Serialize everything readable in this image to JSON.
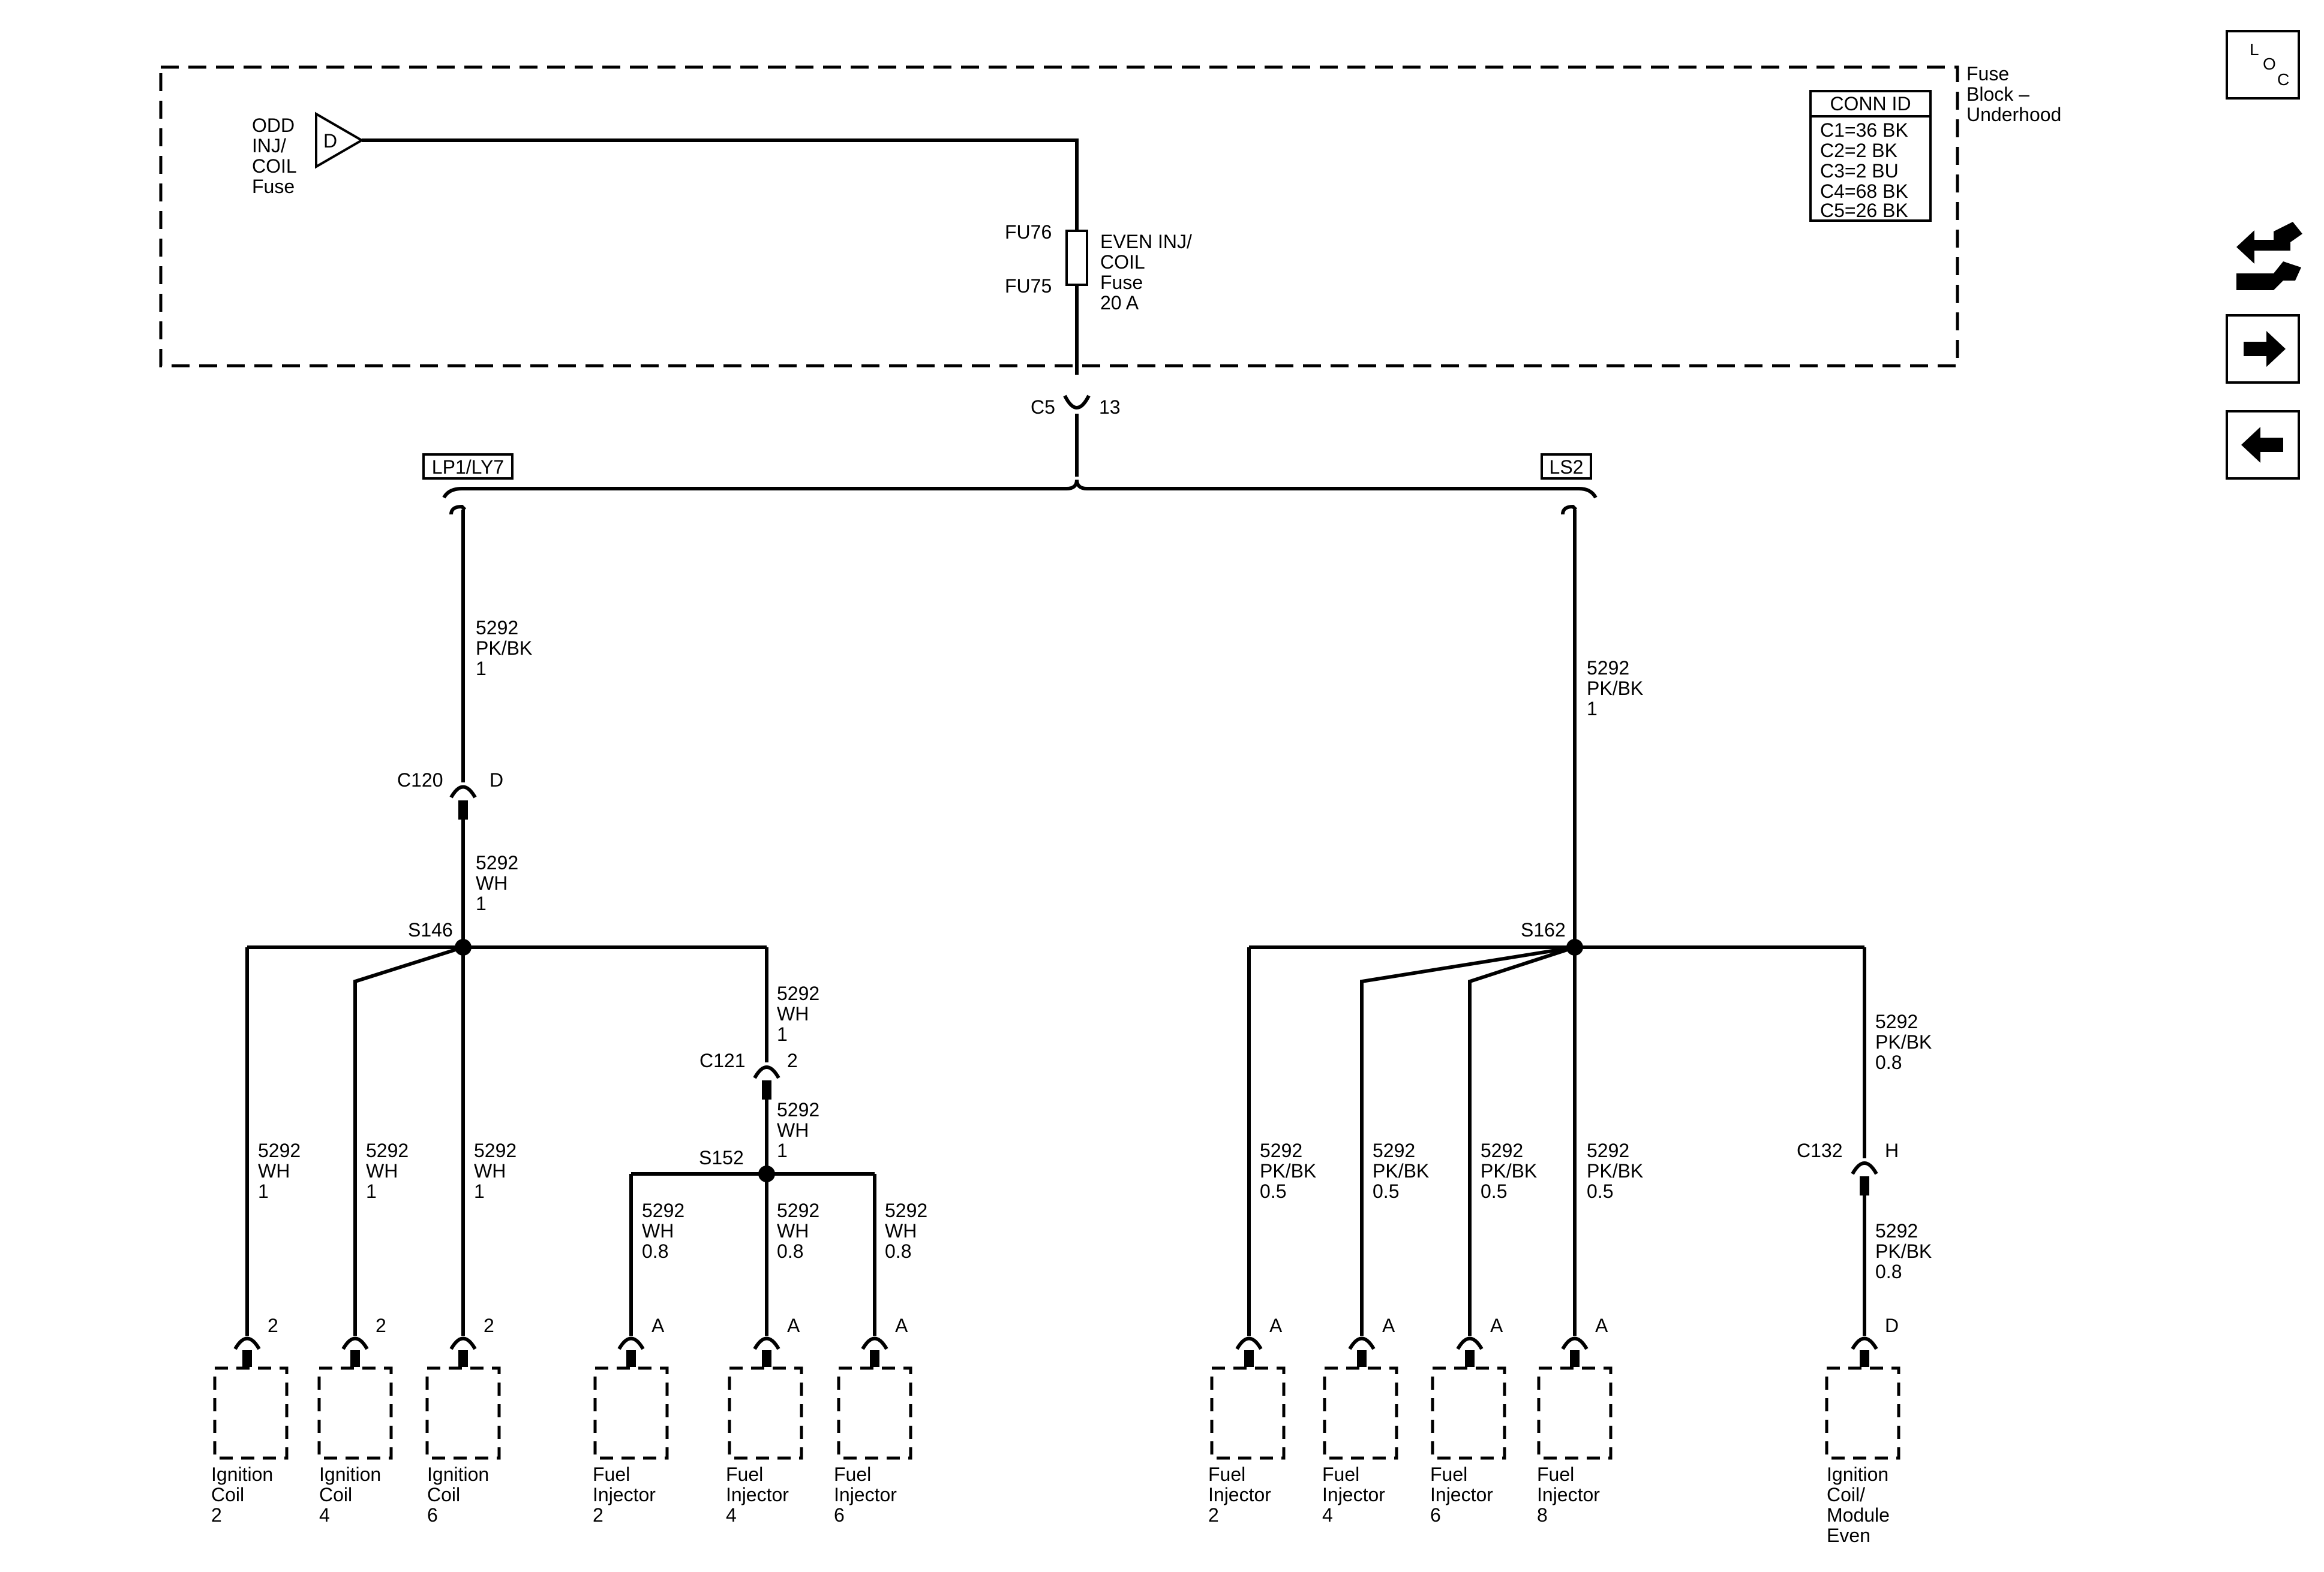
{
  "fuse_block": {
    "title_lines": [
      "Fuse",
      "Block –",
      "Underhood"
    ],
    "odd_fuse_lines": [
      "ODD",
      "INJ/",
      "COIL",
      "Fuse"
    ],
    "odd_fuse_terminal": "D",
    "fuse_top_pin": "FU76",
    "fuse_bottom_pin": "FU75",
    "even_fuse_lines": [
      "EVEN INJ/",
      "COIL",
      "Fuse",
      "20 A"
    ],
    "conn_id": {
      "header": "CONN ID",
      "rows": [
        "C1=36 BK",
        "C2=2 BK",
        "C3=2 BU",
        "C4=68 BK",
        "C5=26 BK"
      ]
    },
    "output_connector": "C5",
    "output_pin": "13"
  },
  "options": {
    "left": "LP1/LY7",
    "right": "LS2"
  },
  "left_branch": {
    "feed_wire": [
      "5292",
      "PK/BK",
      "1"
    ],
    "connector": "C120",
    "connector_pin": "D",
    "wire_after_connector": [
      "5292",
      "WH",
      "1"
    ],
    "splice": "S146",
    "coil_wires": [
      [
        "5292",
        "WH",
        "1"
      ],
      [
        "5292",
        "WH",
        "1"
      ],
      [
        "5292",
        "WH",
        "1"
      ]
    ],
    "injector_feed_wire": [
      "5292",
      "WH",
      "1"
    ],
    "injector_connector": "C121",
    "injector_connector_pin": "2",
    "injector_feed_wire2": [
      "5292",
      "WH",
      "1"
    ],
    "injector_splice": "S152",
    "injector_wires": [
      [
        "5292",
        "WH",
        "0.8"
      ],
      [
        "5292",
        "WH",
        "0.8"
      ],
      [
        "5292",
        "WH",
        "0.8"
      ]
    ],
    "components": [
      {
        "pin": "2",
        "label": [
          "Ignition",
          "Coil",
          "2"
        ]
      },
      {
        "pin": "2",
        "label": [
          "Ignition",
          "Coil",
          "4"
        ]
      },
      {
        "pin": "2",
        "label": [
          "Ignition",
          "Coil",
          "6"
        ]
      },
      {
        "pin": "A",
        "label": [
          "Fuel",
          "Injector",
          "2"
        ]
      },
      {
        "pin": "A",
        "label": [
          "Fuel",
          "Injector",
          "4"
        ]
      },
      {
        "pin": "A",
        "label": [
          "Fuel",
          "Injector",
          "6"
        ]
      }
    ]
  },
  "right_branch": {
    "feed_wire": [
      "5292",
      "PK/BK",
      "1"
    ],
    "splice": "S162",
    "injector_wires": [
      [
        "5292",
        "PK/BK",
        "0.5"
      ],
      [
        "5292",
        "PK/BK",
        "0.5"
      ],
      [
        "5292",
        "PK/BK",
        "0.5"
      ],
      [
        "5292",
        "PK/BK",
        "0.5"
      ]
    ],
    "coil_wire_top": [
      "5292",
      "PK/BK",
      "0.8"
    ],
    "coil_connector": "C132",
    "coil_connector_pin": "H",
    "coil_wire_bottom": [
      "5292",
      "PK/BK",
      "0.8"
    ],
    "components": [
      {
        "pin": "A",
        "label": [
          "Fuel",
          "Injector",
          "2"
        ]
      },
      {
        "pin": "A",
        "label": [
          "Fuel",
          "Injector",
          "4"
        ]
      },
      {
        "pin": "A",
        "label": [
          "Fuel",
          "Injector",
          "6"
        ]
      },
      {
        "pin": "A",
        "label": [
          "Fuel",
          "Injector",
          "8"
        ]
      },
      {
        "pin": "D",
        "label": [
          "Ignition",
          "Coil/",
          "Module",
          "Even"
        ]
      }
    ]
  },
  "side_panel": {
    "loc_icon": [
      "L",
      "O",
      "C"
    ],
    "icons": [
      "loc-icon",
      "harness-icon",
      "arrow-right-icon",
      "arrow-left-icon"
    ]
  }
}
